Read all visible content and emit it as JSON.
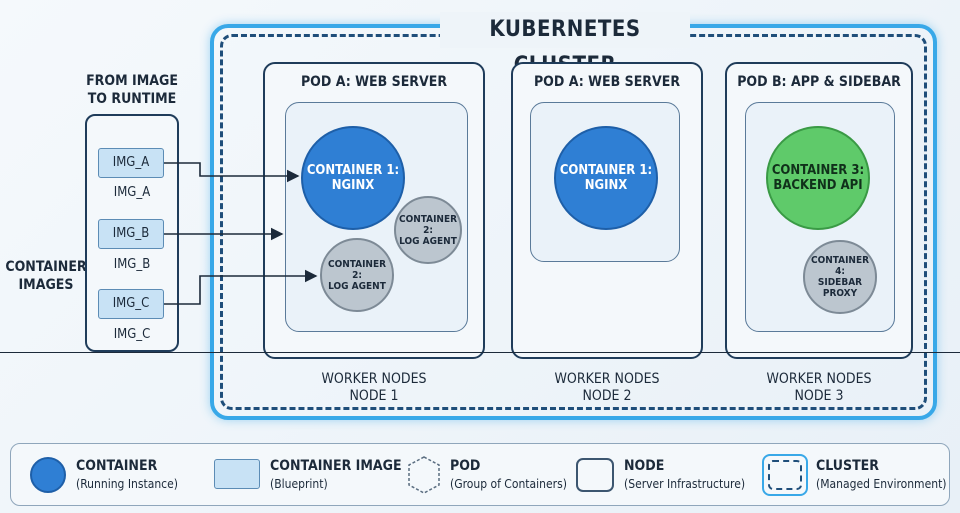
{
  "cluster": {
    "title": "KUBERNETES CLUSTER"
  },
  "images_panel": {
    "title_line1": "FROM IMAGE",
    "title_line2": "TO RUNTIME",
    "side_line1": "CONTAINER",
    "side_line2": "IMAGES",
    "items": [
      {
        "box": "IMG_A",
        "caption": "IMG_A"
      },
      {
        "box": "IMG_B",
        "caption": "IMG_B"
      },
      {
        "box": "IMG_C",
        "caption": "IMG_C"
      }
    ]
  },
  "nodes": [
    {
      "pod_title": "POD A: WEB SERVER",
      "label1": "WORKER NODES",
      "label2": "NODE 1",
      "containers": [
        {
          "line1": "CONTAINER 1:",
          "line2": "NGINX",
          "kind": "blue"
        },
        {
          "line1": "CONTAINER 2:",
          "line2": "LOG AGENT",
          "kind": "gray"
        },
        {
          "line1": "CONTAINER 2:",
          "line2": "LOG AGENT",
          "kind": "gray"
        }
      ]
    },
    {
      "pod_title": "POD A: WEB SERVER",
      "label1": "WORKER NODES",
      "label2": "NODE 2",
      "containers": [
        {
          "line1": "CONTAINER 1:",
          "line2": "NGINX",
          "kind": "blue"
        }
      ]
    },
    {
      "pod_title": "POD B: APP & SIDEBAR",
      "label1": "WORKER NODES",
      "label2": "NODE 3",
      "containers": [
        {
          "line1": "CONTAINER 3:",
          "line2": "BACKEND API",
          "kind": "green"
        },
        {
          "line1": "CONTAINER 4:",
          "line2": "SIDEBAR PROXY",
          "kind": "gray"
        }
      ]
    }
  ],
  "legend": [
    {
      "title": "CONTAINER",
      "sub": "(Running Instance)",
      "icon": "blue-circle"
    },
    {
      "title": "CONTAINER IMAGE",
      "sub": "(Blueprint)",
      "icon": "light-blue-rect"
    },
    {
      "title": "POD",
      "sub": "(Group of Containers)",
      "icon": "dashed-hexagon"
    },
    {
      "title": "NODE",
      "sub": "(Server Infrastructure)",
      "icon": "rounded-square"
    },
    {
      "title": "CLUSTER",
      "sub": "(Managed Environment)",
      "icon": "dashed-rounded-square"
    }
  ],
  "colors": {
    "container_blue": "#2f7fd4",
    "container_green": "#5fca6a",
    "container_gray": "#bcc6cf",
    "cluster_glow": "#38a8e8",
    "image_fill": "#c8e2f5"
  }
}
